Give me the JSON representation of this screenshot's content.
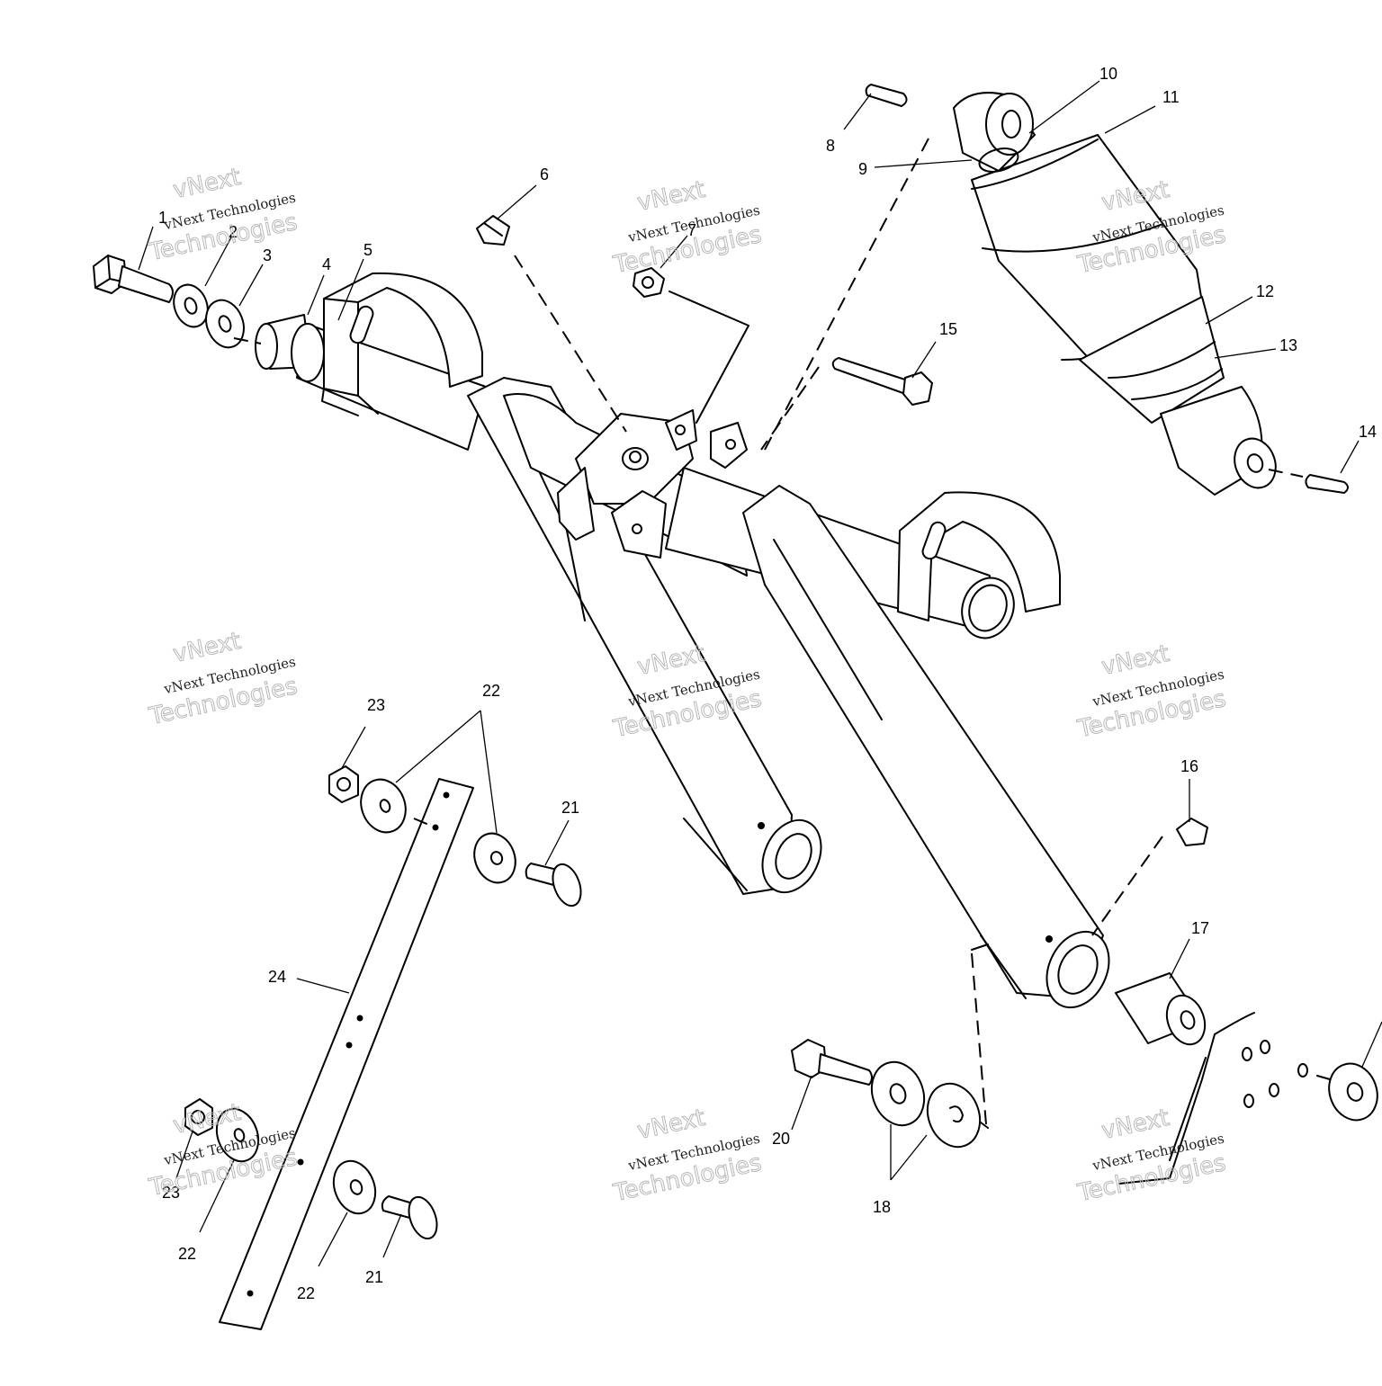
{
  "callouts": {
    "c1": "1",
    "c2": "2",
    "c3": "3",
    "c4": "4",
    "c5": "5",
    "c6": "6",
    "c7": "7",
    "c8": "8",
    "c9": "9",
    "c10": "10",
    "c11": "11",
    "c12": "12",
    "c13": "13",
    "c14": "14",
    "c15": "15",
    "c16": "16",
    "c17": "17",
    "c18": "18",
    "c20": "20",
    "c21a": "21",
    "c21b": "21",
    "c22a": "22",
    "c22b": "22",
    "c22c": "22",
    "c23a": "23",
    "c23b": "23",
    "c24": "24"
  },
  "watermark": {
    "line1": "vNext Technologies",
    "line2a": "vNext",
    "line2b": "Technologies"
  }
}
